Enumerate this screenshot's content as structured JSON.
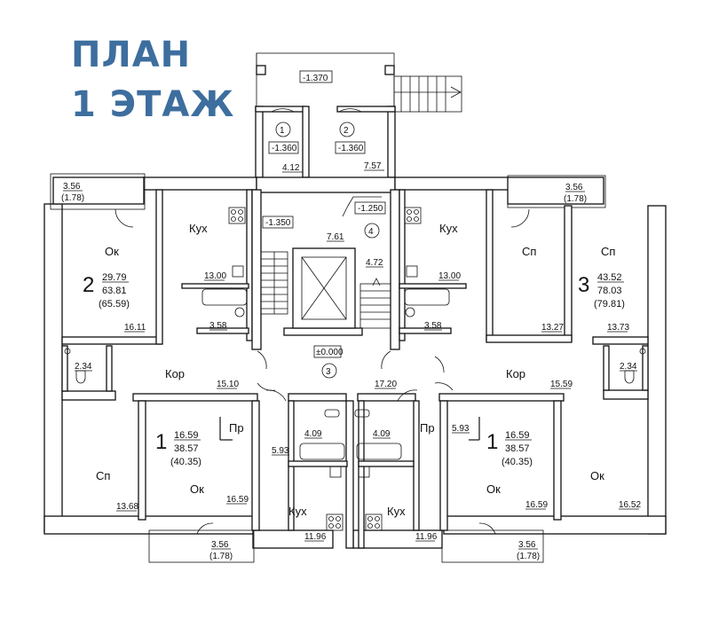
{
  "title": {
    "line1": "ПЛАН",
    "line2": "1 ЭТАЖ"
  },
  "colors": {
    "title": "#3d6e9e",
    "lines": "#111111",
    "background": "#ffffff"
  },
  "levels": {
    "porch": "-1.370",
    "vest1": "-1.360",
    "vest2": "-1.360",
    "lobby": "-1.350",
    "stair": "-1.250",
    "hall": "±0.000"
  },
  "room_numbers": {
    "vest1": "1",
    "vest2": "2",
    "stair": "4",
    "hall": "3"
  },
  "labels": {
    "kitchen": "Кух",
    "room_ok": "Ок",
    "room_sp": "Сп",
    "corridor": "Кор",
    "hallway": "Пр"
  },
  "areas": {
    "vest1": "4.12",
    "vest2": "7.57",
    "stair_area": "7.61",
    "stair_side": "4.72",
    "hall": "17.20",
    "balc_tl": "3.56",
    "balc_tl_b": "(1.78)",
    "balc_tr": "3.56",
    "balc_tr_b": "(1.78)",
    "balc_bl": "3.56",
    "balc_bl_b": "(1.78)",
    "balc_br": "3.56",
    "balc_br_b": "(1.78)",
    "kitchen_tl": "13.00",
    "bath_tl": "3.58",
    "room_tl": "16.11",
    "kitchen_tr": "13.00",
    "bath_tr": "3.58",
    "room_tr": "13.27",
    "room_tr2": "13.73",
    "wc_left": "2.34",
    "wc_right": "2.34",
    "cor_left": "15.10",
    "cor_right": "15.59",
    "bl_sp": "13.68",
    "bl_ok": "16.59",
    "bl_kitchen": "11.96",
    "bl_bath": "4.09",
    "bl_hall": "5.93",
    "br_ok": "16.59",
    "br_ok2": "16.52",
    "br_kitchen": "11.96",
    "br_bath": "4.09",
    "br_hall": "5.93"
  },
  "apartments": {
    "a2": {
      "rooms": "2",
      "living": "29.79",
      "total": "63.81",
      "total_b": "(65.59)"
    },
    "a3": {
      "rooms": "3",
      "living": "43.52",
      "total": "78.03",
      "total_b": "(79.81)"
    },
    "a1l": {
      "rooms": "1",
      "living": "16.59",
      "total": "38.57",
      "total_b": "(40.35)"
    },
    "a1r": {
      "rooms": "1",
      "living": "16.59",
      "total": "38.57",
      "total_b": "(40.35)"
    }
  }
}
